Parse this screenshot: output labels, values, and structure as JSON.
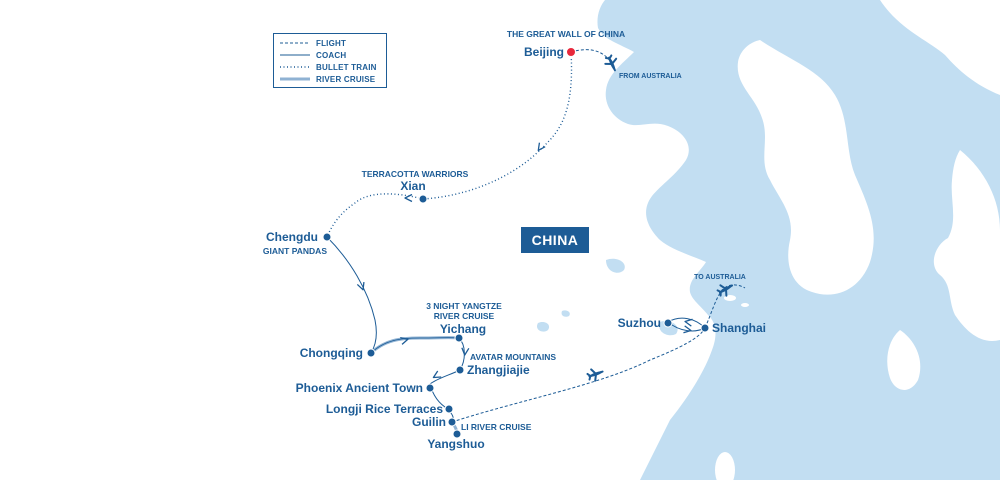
{
  "colors": {
    "route": "#1d5c96",
    "sea": "#c2def2",
    "land": "#ffffff",
    "highlight_stop": "#e8283c",
    "badge_bg": "#1d5c96"
  },
  "legend": {
    "items": [
      {
        "label": "FLIGHT",
        "style": "dashed"
      },
      {
        "label": "COACH",
        "style": "solid"
      },
      {
        "label": "BULLET TRAIN",
        "style": "dotted"
      },
      {
        "label": "RIVER CRUISE",
        "style": "thick"
      }
    ]
  },
  "country_label": "CHINA",
  "stops": {
    "beijing": "Beijing",
    "xian": "Xian",
    "chengdu": "Chengdu",
    "chongqing": "Chongqing",
    "yichang": "Yichang",
    "zhangjiajie": "Zhangjiajie",
    "phoenix": "Phoenix Ancient Town",
    "longji": "Longji Rice Terraces",
    "guilin": "Guilin",
    "yangshuo": "Yangshuo",
    "suzhou": "Suzhou",
    "shanghai": "Shanghai"
  },
  "highlights": {
    "great_wall": "THE GREAT WALL OF CHINA",
    "terracotta": "TERRACOTTA WARRIORS",
    "pandas": "GIANT PANDAS",
    "yangtze_line1": "3 NIGHT YANGTZE",
    "yangtze_line2": "RIVER CRUISE",
    "avatar": "AVATAR MOUNTAINS",
    "li_river": "LI RIVER CRUISE"
  },
  "flight_notes": {
    "from_australia": "FROM AUSTRALIA",
    "to_australia": "TO AUSTRALIA"
  },
  "icons": {
    "plane": "airplane-icon",
    "stop": "location-dot-icon"
  }
}
